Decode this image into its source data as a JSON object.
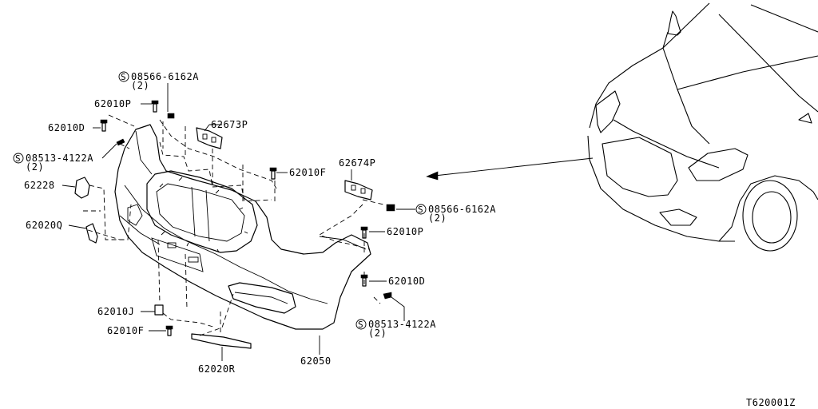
{
  "diagram": {
    "ref_code": "T620001Z",
    "screw_symbol": "S",
    "labels": {
      "s08566_top": "08566-6162A",
      "s08566_top_qty": "(2)",
      "p62010P_top": "62010P",
      "p62010D_left": "62010D",
      "s08513_left": "08513-4122A",
      "s08513_left_qty": "(2)",
      "p62673P": "62673P",
      "p62228": "62228",
      "p62020Q": "62020Q",
      "p62674P": "62674P",
      "p62010F_top": "62010F",
      "s08566_right": "08566-6162A",
      "s08566_right_qty": "(2)",
      "p62010P_right": "62010P",
      "p62010D_right": "62010D",
      "s08513_bottom": "08513-4122A",
      "s08513_bottom_qty": "(2)",
      "p62010J": "62010J",
      "p62010F_bottom": "62010F",
      "p62020R": "62020R",
      "p62050": "62050"
    }
  }
}
